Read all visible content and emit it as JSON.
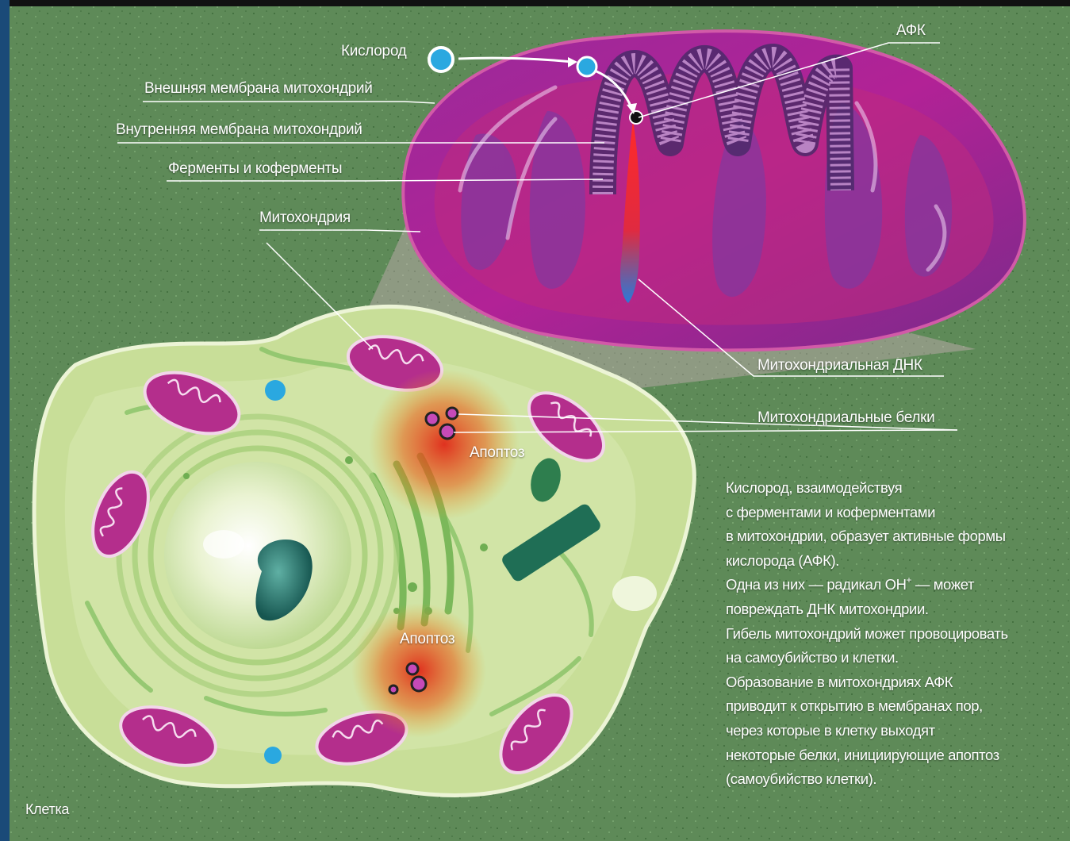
{
  "labels": {
    "oxygen": "Кислород",
    "ros": "АФК",
    "outer_membrane": "Внешняя мембрана митохондрий",
    "inner_membrane": "Внутренняя мембрана митохондрий",
    "enzymes": "Ферменты и коферменты",
    "mitochondrion": "Митохондрия",
    "mito_dna": "Митохондриальная ДНК",
    "mito_proteins": "Митохондриальные белки",
    "apoptosis_upper": "Апоптоз",
    "apoptosis_lower": "Апоптоз",
    "cell": "Клетка"
  },
  "description": {
    "line1": "Кислород, взаимодействуя",
    "line2": "с ферментами и коферментами",
    "line3": "в митохондрии, образует активные формы",
    "line4": "кислорода (АФК).",
    "line5_pre": "Одна из них — радикал ОН",
    "line5_sup": "+",
    "line5_post": " — может",
    "line6": "повреждать ДНК митохондрии.",
    "line7": "Гибель митохондрий может провоцировать",
    "line8": "на самоубийство и клетки.",
    "line9": "Образование в митохондриях АФК",
    "line10": "приводит к открытию в мембранах пор,",
    "line11": "через которые в клетку выходят",
    "line12": "некоторые белки, инициирующие апоптоз",
    "line13": "(самоубийство клетки)."
  },
  "colors": {
    "background": "#5e8a58",
    "cell": "#c9df9a",
    "mitochondrion": "#8a2a8c",
    "oxygen": "#2aa8e0",
    "apoptosis": "#d8281c",
    "nucleolus": "#1f6e68"
  }
}
